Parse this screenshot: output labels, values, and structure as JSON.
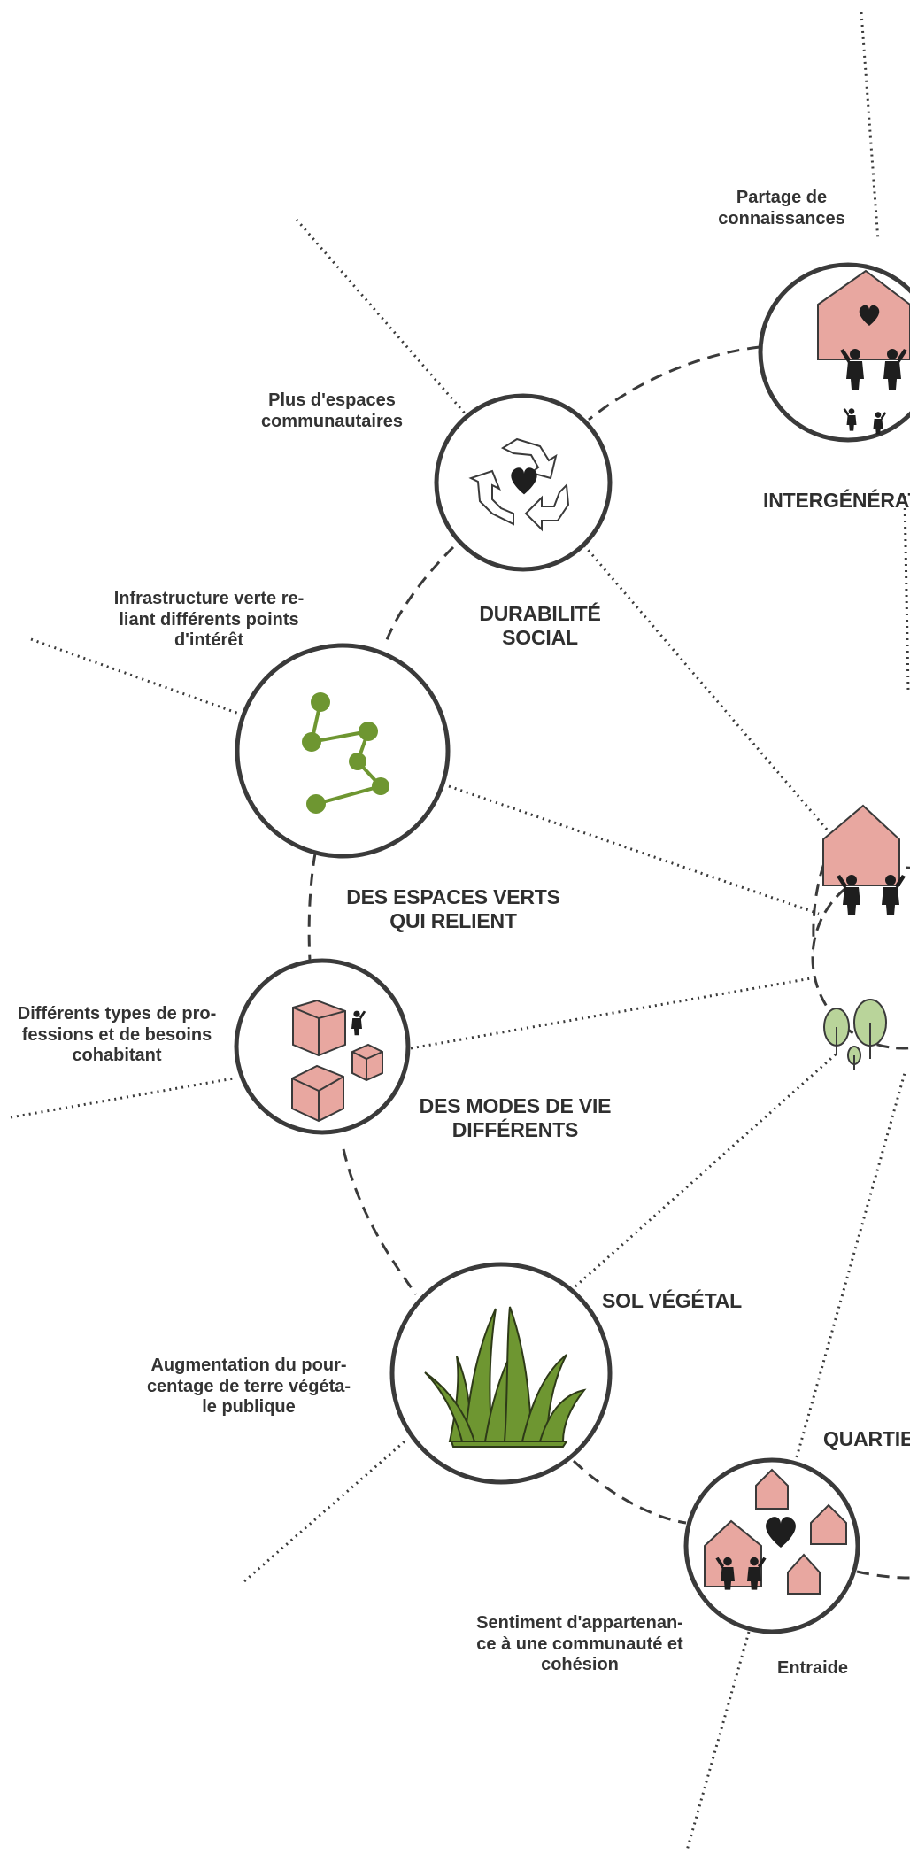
{
  "colors": {
    "outline": "#3a3a3a",
    "house_pink": "#e8a7a0",
    "leaf_green": "#6e9631",
    "tree_green": "#b9d49a",
    "figure_black": "#1e1e1e"
  },
  "captions": {
    "knowledge_sharing": "Partage de\nconnaissances",
    "more_community_spaces": "Plus d'espaces\ncommunautaires",
    "green_infrastructure": "Infrastructure verte re-\nliant différents points\nd'intérêt",
    "professions": "Différents types de pro-\nfessions et de besoins\ncohabitant",
    "soil_percentage": "Augmentation du pour-\ncentage de terre végéta-\nle publique",
    "belonging": "Sentiment d'appartenan-\nce à une communauté et\ncohésion",
    "mutual_aid": "Entraide"
  },
  "headings": {
    "intergenerational": "INTERGÉNÉRAT",
    "social_durability": "DURABILITÉ\nSOCIAL",
    "green_spaces": "DES ESPACES VERTS\nQUI RELIENT",
    "lifestyles": "DES MODES DE VIE\nDIFFÉRENTS",
    "plant_soil": "SOL VÉGÉTAL",
    "neighbourhood": "QUARTIE"
  },
  "icons": {
    "intergenerational": "house-heart-family-icon",
    "social_durability": "recycle-heart-icon",
    "green_spaces": "green-network-icon",
    "lifestyles": "cubes-person-icon",
    "plant_soil": "grass-icon",
    "neighbourhood": "houses-heart-icon",
    "hub": "house-family-trees-icon"
  }
}
